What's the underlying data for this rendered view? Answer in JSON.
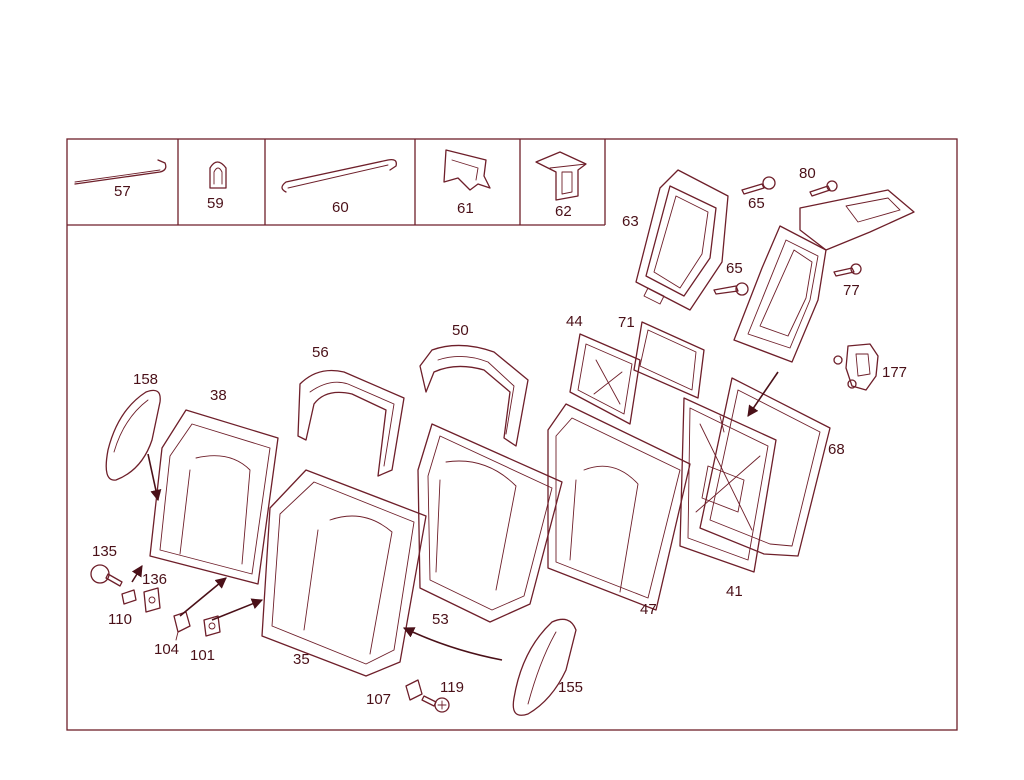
{
  "colors": {
    "line": "#6e1f2a",
    "text": "#4a1018",
    "background": "#ffffff"
  },
  "inset_labels": {
    "rod_57": "57",
    "clip_59": "59",
    "rod_60": "60",
    "clip_61": "61",
    "clip_62": "62"
  },
  "part_labels": {
    "p63": "63",
    "p65a": "65",
    "p80": "80",
    "p65b": "65",
    "p77": "77",
    "p44": "44",
    "p71": "71",
    "p50": "50",
    "p56": "56",
    "p177": "177",
    "p158": "158",
    "p38": "38",
    "p68": "68",
    "p135": "135",
    "p136": "136",
    "p110": "110",
    "p104": "104",
    "p101": "101",
    "p53": "53",
    "p47": "47",
    "p41": "41",
    "p35": "35",
    "p119": "119",
    "p107": "107",
    "p155": "155"
  }
}
